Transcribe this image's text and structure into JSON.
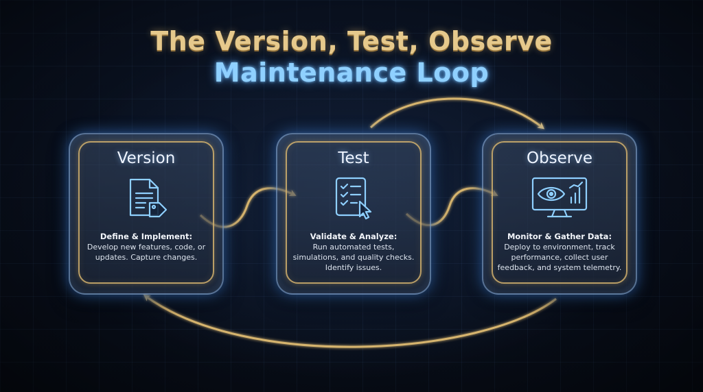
{
  "title": {
    "line1": "The Version, Test, Observe",
    "line2": "Maintenance Loop"
  },
  "colors": {
    "gold": "#d6b46e",
    "blue_glow": "#5aaaff",
    "icon_blue": "#8fd0ff"
  },
  "cards": [
    {
      "title": "Version",
      "icon": "document-tag-icon",
      "heading": "Define & Implement:",
      "desc": [
        "Develop new features, code, or",
        "updates. Capture changes."
      ]
    },
    {
      "title": "Test",
      "icon": "checklist-cursor-icon",
      "heading": "Validate & Analyze:",
      "desc": [
        "Run automated tests,",
        "simulations, and quality checks.",
        "Identify issues."
      ]
    },
    {
      "title": "Observe",
      "icon": "monitor-eye-icon",
      "heading": "Monitor & Gather Data:",
      "desc": [
        "Deploy to environment, track",
        "performance, collect user",
        "feedback, and system telemetry."
      ]
    }
  ]
}
